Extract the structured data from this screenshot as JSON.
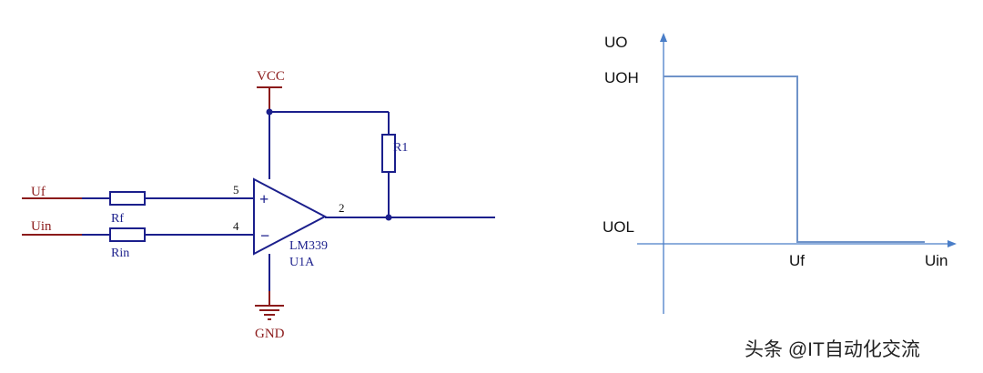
{
  "circuit": {
    "supply": "VCC",
    "ground": "GND",
    "inputs": [
      {
        "net": "Uf",
        "resistor": "Rf",
        "pin": "5"
      },
      {
        "net": "Uin",
        "resistor": "Rin",
        "pin": "4"
      }
    ],
    "opamp": {
      "part": "LM339",
      "ref": "U1A",
      "plus": "+",
      "minus": "−",
      "output_pin": "2"
    },
    "pullup": "R1"
  },
  "graph": {
    "y_axis_label": "UO",
    "high_label": "UOH",
    "low_label": "UOL",
    "threshold_label": "Uf",
    "x_axis_label": "Uin"
  },
  "watermark": "头条 @IT自动化交流",
  "colors": {
    "net": "#8b1a1a",
    "wire": "#1b1f8c",
    "axis": "#4a7ec8",
    "trace": "#6f93c9"
  }
}
